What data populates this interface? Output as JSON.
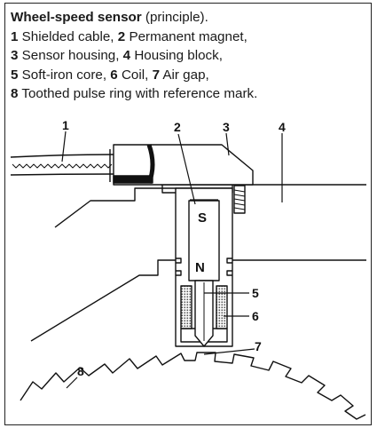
{
  "caption": {
    "title_bold": "Wheel-speed sensor",
    "title_rest": " (principle).",
    "lines": [
      [
        {
          "num": "1",
          "text": " Shielded cable, "
        },
        {
          "num": "2",
          "text": " Permanent magnet,"
        }
      ],
      [
        {
          "num": "3",
          "text": " Sensor housing, "
        },
        {
          "num": "4",
          "text": " Housing block,"
        }
      ],
      [
        {
          "num": "5",
          "text": " Soft-iron core, "
        },
        {
          "num": "6",
          "text": " Coil, "
        },
        {
          "num": "7",
          "text": " Air gap,"
        }
      ],
      [
        {
          "num": "8",
          "text": " Toothed pulse ring with reference mark."
        }
      ]
    ]
  },
  "labels": {
    "l1": "1",
    "l2": "2",
    "l3": "3",
    "l4": "4",
    "l5": "5",
    "l6": "6",
    "l7": "7",
    "l8": "8"
  },
  "poles": {
    "south": "S",
    "north": "N"
  },
  "colors": {
    "stroke": "#111111",
    "fill": "#ffffff",
    "hatch": "#555555"
  }
}
